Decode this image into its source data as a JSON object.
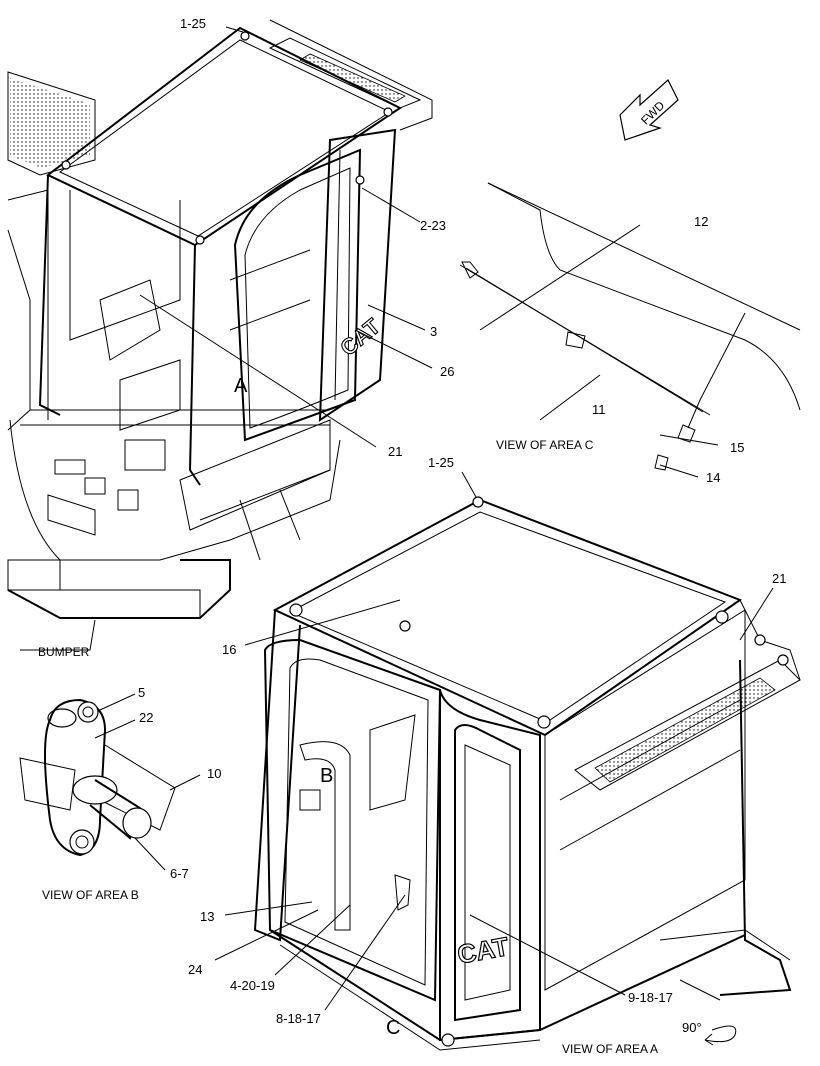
{
  "callouts": {
    "c_1_25_top": "1-25",
    "c_2_23": "2-23",
    "c_3": "3",
    "c_26": "26",
    "c_21_top": "21",
    "c_12": "12",
    "c_11": "11",
    "c_15": "15",
    "c_14": "14",
    "c_1_25_mid": "1-25",
    "c_21_mid": "21",
    "c_16": "16",
    "c_5": "5",
    "c_22": "22",
    "c_10": "10",
    "c_6_7": "6-7",
    "c_13": "13",
    "c_24": "24",
    "c_4_20_19": "4-20-19",
    "c_8_18_17": "8-18-17",
    "c_9_18_17": "9-18-17"
  },
  "area_letters": {
    "a": "A",
    "b": "B",
    "c": "C"
  },
  "captions": {
    "view_c": "VIEW OF AREA C",
    "view_b": "VIEW OF AREA B",
    "view_a": "VIEW OF AREA A",
    "bumper": "BUMPER",
    "rotation": "90°",
    "fwd": "FWD",
    "logo_top": "CAT",
    "logo_bottom": "CAT"
  }
}
